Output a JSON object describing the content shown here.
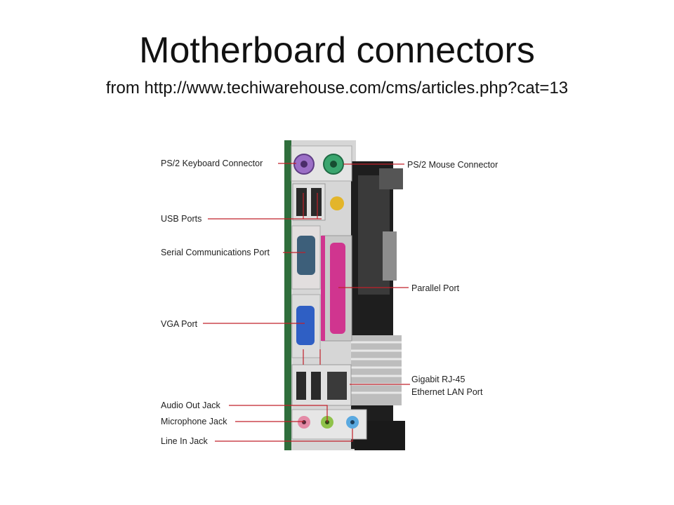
{
  "slide": {
    "title": "Motherboard connectors",
    "subtitle": "from http://www.techiwarehouse.com/cms/articles.php?cat=13"
  },
  "labels": {
    "ps2_keyboard": "PS/2 Keyboard Connector",
    "ps2_mouse": "PS/2 Mouse Connector",
    "usb": "USB Ports",
    "serial": "Serial Communications Port",
    "parallel": "Parallel Port",
    "vga": "VGA Port",
    "gigabit_line1": "Gigabit RJ-45",
    "gigabit_line2": "Ethernet LAN Port",
    "audio_out": "Audio Out Jack",
    "microphone": "Microphone Jack",
    "line_in": "Line In Jack"
  },
  "colors": {
    "leader_line": "#c0202a",
    "ps2_keyboard": "#9b6fc6",
    "ps2_mouse": "#3aa56e",
    "parallel": "#d0358f",
    "vga": "#2f5fc4",
    "audio_out": "#8fc24a",
    "microphone": "#e48aa6",
    "line_in": "#5aa9e0",
    "pcb": "#2f6e3c",
    "bracket": "#c9c9c9"
  }
}
